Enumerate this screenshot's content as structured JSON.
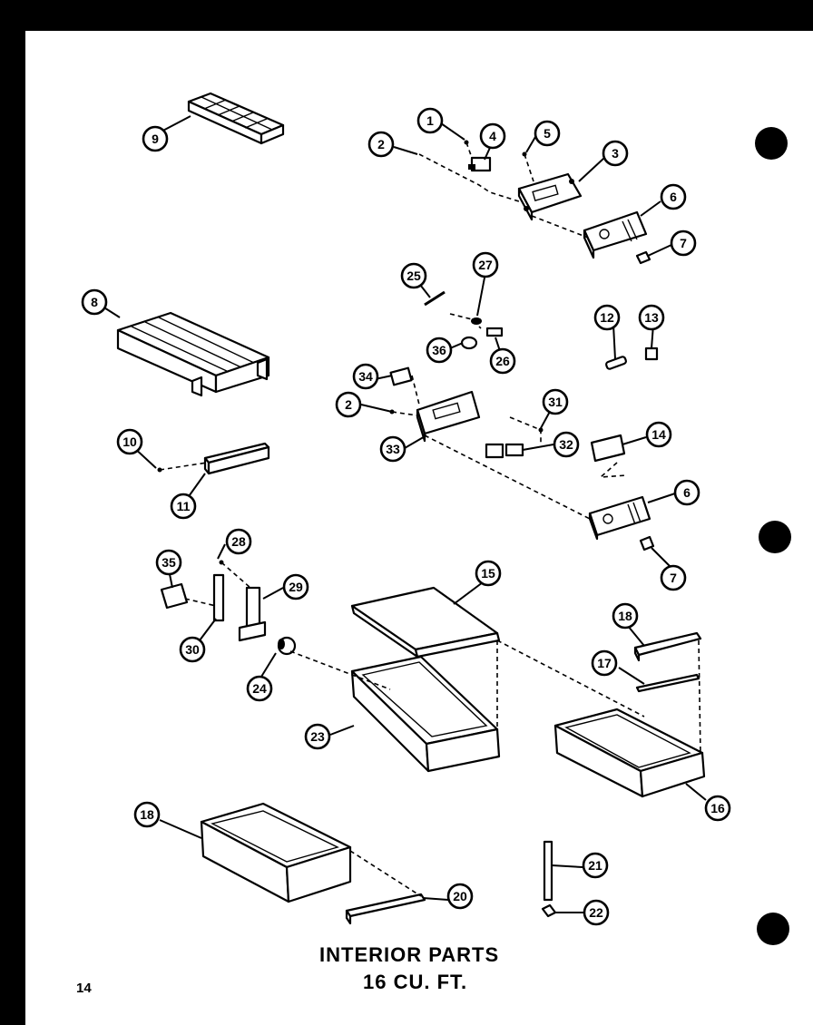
{
  "title": {
    "line1": "INTERIOR PARTS",
    "line2": "16 CU. FT."
  },
  "page_number": "14",
  "callouts": [
    {
      "id": "c1",
      "label": "1"
    },
    {
      "id": "c2a",
      "label": "2"
    },
    {
      "id": "c2b",
      "label": "2"
    },
    {
      "id": "c3",
      "label": "3"
    },
    {
      "id": "c4",
      "label": "4"
    },
    {
      "id": "c5",
      "label": "5"
    },
    {
      "id": "c6a",
      "label": "6"
    },
    {
      "id": "c6b",
      "label": "6"
    },
    {
      "id": "c7a",
      "label": "7"
    },
    {
      "id": "c7b",
      "label": "7"
    },
    {
      "id": "c8",
      "label": "8"
    },
    {
      "id": "c9",
      "label": "9"
    },
    {
      "id": "c10",
      "label": "10"
    },
    {
      "id": "c11",
      "label": "11"
    },
    {
      "id": "c12",
      "label": "12"
    },
    {
      "id": "c13",
      "label": "13"
    },
    {
      "id": "c14",
      "label": "14"
    },
    {
      "id": "c15",
      "label": "15"
    },
    {
      "id": "c16",
      "label": "16"
    },
    {
      "id": "c17",
      "label": "17"
    },
    {
      "id": "c18a",
      "label": "18"
    },
    {
      "id": "c18b",
      "label": "18"
    },
    {
      "id": "c20",
      "label": "20"
    },
    {
      "id": "c21",
      "label": "21"
    },
    {
      "id": "c22",
      "label": "22"
    },
    {
      "id": "c23",
      "label": "23"
    },
    {
      "id": "c24",
      "label": "24"
    },
    {
      "id": "c25",
      "label": "25"
    },
    {
      "id": "c26",
      "label": "26"
    },
    {
      "id": "c27",
      "label": "27"
    },
    {
      "id": "c28",
      "label": "28"
    },
    {
      "id": "c29",
      "label": "29"
    },
    {
      "id": "c30",
      "label": "30"
    },
    {
      "id": "c31",
      "label": "31"
    },
    {
      "id": "c32",
      "label": "32"
    },
    {
      "id": "c33",
      "label": "33"
    },
    {
      "id": "c34",
      "label": "34"
    },
    {
      "id": "c35",
      "label": "35"
    },
    {
      "id": "c36",
      "label": "36"
    }
  ]
}
